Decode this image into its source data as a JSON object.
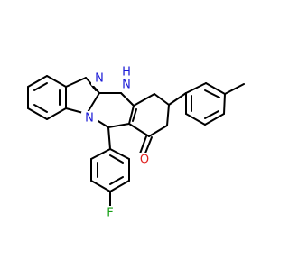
{
  "molecule": {
    "atom_labels": {
      "n_imine": "N",
      "nh_n": "N",
      "nh_h": "H",
      "n_bridge": "N",
      "carbonyl_o": "O",
      "fluorine": "F"
    },
    "colors": {
      "carbon_bond": "#000000",
      "nitrogen": "#1b1bd6",
      "oxygen": "#e0211f",
      "fluorine": "#16a016",
      "background": "#ffffff"
    }
  }
}
